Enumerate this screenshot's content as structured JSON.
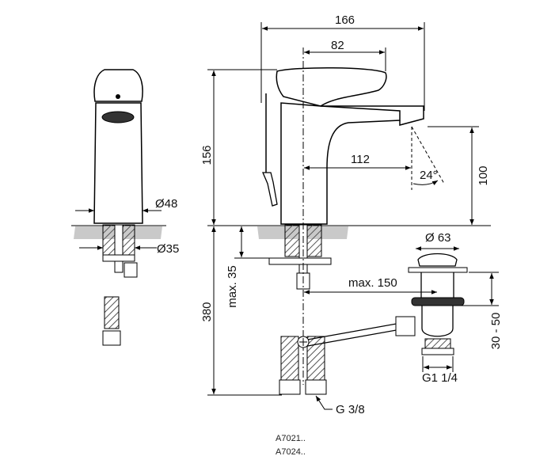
{
  "dimensions": {
    "total_length": "166",
    "lever_offset": "82",
    "height": "156",
    "spout_reach": "112",
    "spray_angle": "24°",
    "spout_height": "100",
    "body_diameter": "Ø48",
    "hole_diameter": "Ø35",
    "deck_thickness": "max. 35",
    "waste_offset": "max. 150",
    "waste_diameter": "Ø 63",
    "waste_adjust": "30 - 50",
    "under_deck": "380",
    "waste_thread": "G1 1/4",
    "inlet_thread": "G 3/8"
  },
  "product_codes": [
    "A7021..",
    "A7024.."
  ]
}
